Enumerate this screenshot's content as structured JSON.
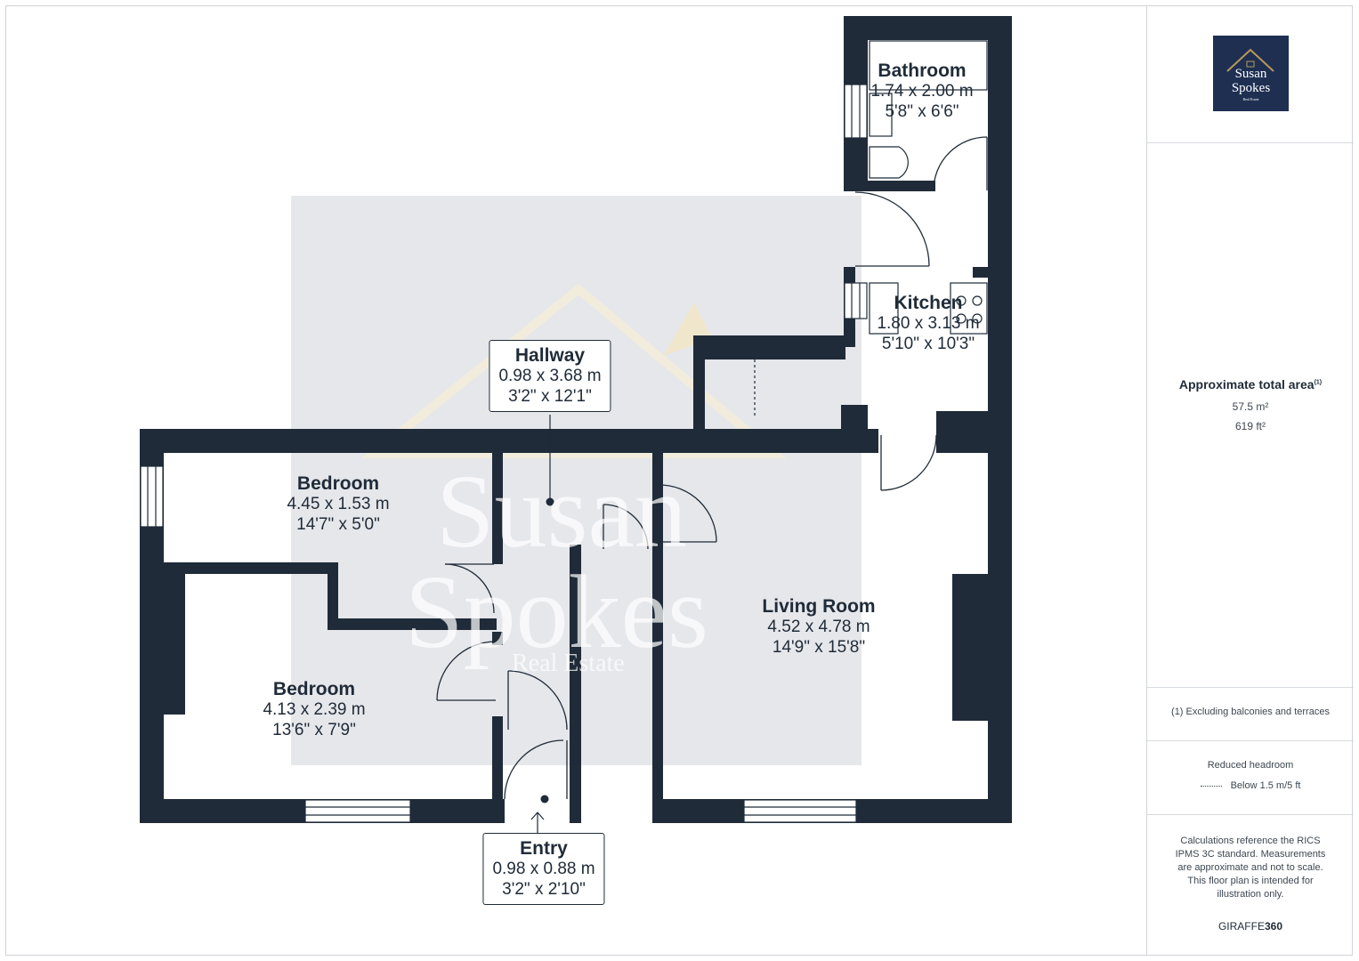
{
  "rooms": {
    "bathroom": {
      "name": "Bathroom",
      "metric": "1.74 x 2.00 m",
      "imperial": "5'8\" x 6'6\""
    },
    "kitchen": {
      "name": "Kitchen",
      "metric": "1.80 x 3.13 m",
      "imperial": "5'10\" x 10'3\""
    },
    "hallway": {
      "name": "Hallway",
      "metric": "0.98 x 3.68 m",
      "imperial": "3'2\" x 12'1\""
    },
    "bedroom1": {
      "name": "Bedroom",
      "metric": "4.45 x 1.53 m",
      "imperial": "14'7\" x 5'0\""
    },
    "bedroom2": {
      "name": "Bedroom",
      "metric": "4.13 x 2.39 m",
      "imperial": "13'6\" x 7'9\""
    },
    "living": {
      "name": "Living Room",
      "metric": "4.52 x 4.78 m",
      "imperial": "14'9\" x 15'8\""
    },
    "entry": {
      "name": "Entry",
      "metric": "0.98 x 0.88 m",
      "imperial": "3'2\" x 2'10\""
    }
  },
  "watermark": {
    "line1": "Susan",
    "line2": "Spokes",
    "line3": "Real Estate"
  },
  "sidebar": {
    "logo": {
      "line1": "Susan",
      "line2": "Spokes",
      "line3": "Real Estate"
    },
    "area_title": "Approximate total area",
    "area_title_note": "(1)",
    "area_m2": "57.5 m²",
    "area_ft2": "619 ft²",
    "footnote": "(1) Excluding balconies and terraces",
    "headroom_title": "Reduced headroom",
    "headroom_legend": "Below 1.5 m/5 ft",
    "disclaimer": "Calculations reference the RICS IPMS 3C standard. Measurements are approximate and not to scale. This floor plan is intended for illustration only.",
    "brand_prefix": "GIRAFFE",
    "brand_suffix": "360"
  },
  "colors": {
    "wall": "#1f2b38",
    "watermark_bg": "#e6e7eb",
    "logo_bg": "#1e2f52",
    "logo_gold": "#b99857"
  }
}
